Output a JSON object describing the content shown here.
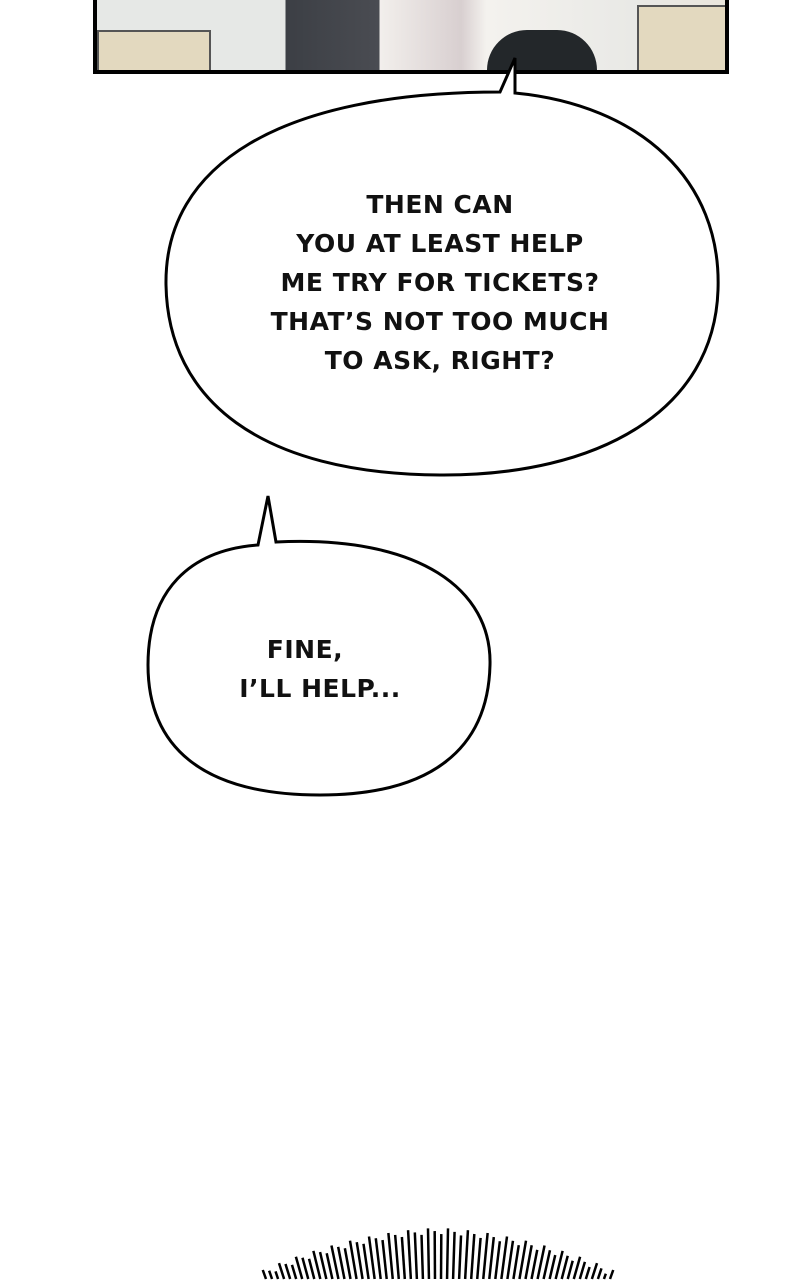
{
  "panel": {
    "description_icon": "comic-panel-classroom"
  },
  "bubbles": [
    {
      "lines": [
        "THEN CAN",
        "YOU AT LEAST HELP",
        "ME TRY FOR TICKETS?",
        "THAT’S NOT TOO MUCH",
        "TO ASK, RIGHT?"
      ]
    },
    {
      "lines": [
        "FINE,",
        "I’LL HELP..."
      ]
    }
  ],
  "colors": {
    "ink": "#000000",
    "paper": "#ffffff"
  }
}
